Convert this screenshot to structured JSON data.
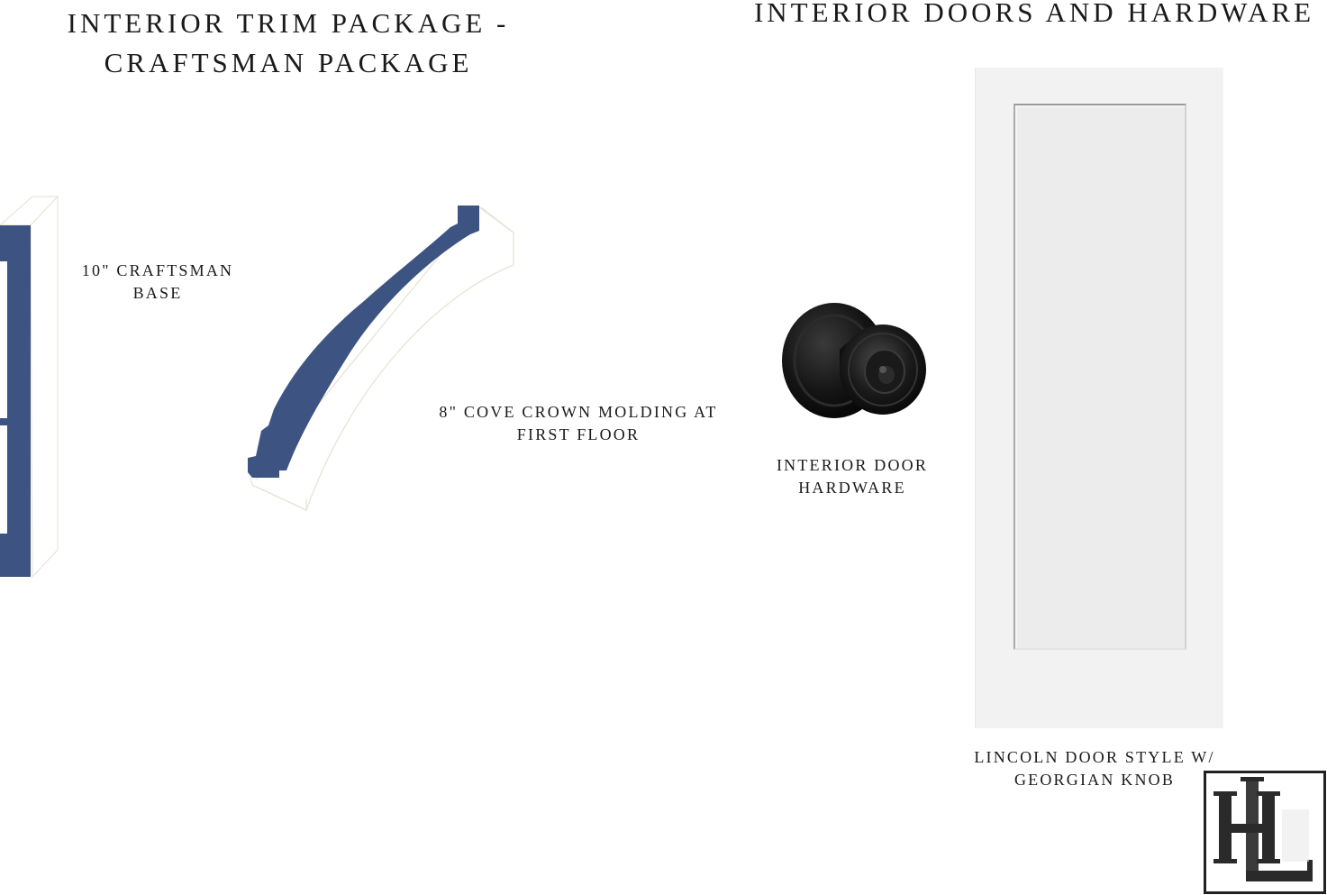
{
  "trim_section": {
    "title_line1": "INTERIOR TRIM PACKAGE -",
    "title_line2": "CRAFTSMAN PACKAGE"
  },
  "doors_section": {
    "title": "INTERIOR DOORS AND HARDWARE"
  },
  "items": {
    "base": {
      "line1": "10\" CRAFTSMAN",
      "line2": "BASE",
      "icon": "baseboard-molding-profile"
    },
    "crown": {
      "line1": "8\" COVE CROWN MOLDING AT",
      "line2": "FIRST FLOOR",
      "icon": "cove-crown-molding-profile"
    },
    "hardware": {
      "line1": "INTERIOR DOOR",
      "line2": "HARDWARE",
      "icon": "black-georgian-door-knob"
    },
    "door": {
      "line1": "LINCOLN DOOR STYLE W/",
      "line2": "GEORGIAN KNOB",
      "icon": "single-panel-white-door"
    }
  },
  "logo": {
    "monogram": "HL",
    "icon": "hl-monogram-logo"
  },
  "colors": {
    "molding_blue": "#3d5382",
    "molding_face": "#ffffff",
    "hardware_black": "#151515",
    "door_white": "#f2f2f2"
  }
}
